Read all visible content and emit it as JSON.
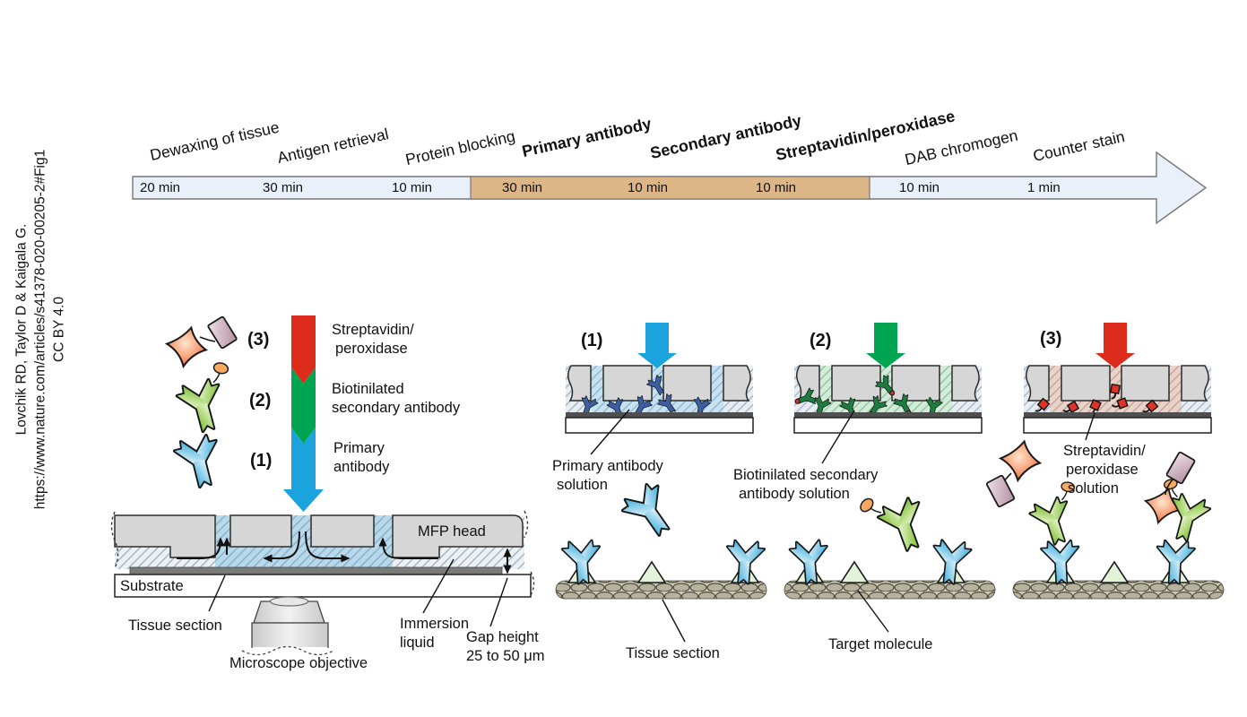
{
  "colors": {
    "timeline_blue": "#e9f0fa",
    "timeline_tan": "#ddb687",
    "arrow_blue": "#1aa3dc",
    "arrow_green": "#00a551",
    "arrow_red": "#dd2b1c"
  },
  "citation": {
    "authors": "Lovchik RD, Taylor D & Kaigala G.",
    "url": "https://www.nature.com/articles/s41378-020-00205-2#Fig1",
    "license": "CC BY 4.0"
  },
  "timeline": {
    "steps": [
      {
        "label": "Dewaxing of tissue",
        "duration": "20 min"
      },
      {
        "label": "Antigen retrieval",
        "duration": "30 min"
      },
      {
        "label": "Protein blocking",
        "duration": "10 min"
      },
      {
        "label": "Primary antibody",
        "duration": "30 min"
      },
      {
        "label": "Secondary antibody",
        "duration": "10 min"
      },
      {
        "label": "Streptavidin/peroxidase",
        "duration": "10 min"
      },
      {
        "label": "DAB chromogen",
        "duration": "10 min"
      },
      {
        "label": "Counter stain",
        "duration": "1 min"
      }
    ]
  },
  "legend": {
    "items": [
      {
        "number": "(3)",
        "line1": "Streptavidin/",
        "line2": "peroxidase"
      },
      {
        "number": "(2)",
        "line1": "Biotinilated",
        "line2": "secondary antibody"
      },
      {
        "number": "(1)",
        "line1": "Primary",
        "line2": "antibody"
      }
    ]
  },
  "mfp": {
    "head": "MFP head",
    "substrate": "Substrate",
    "tissue_section": "Tissue section",
    "microscope_objective": "Microscope objective",
    "immersion_line1": "Immersion",
    "immersion_line2": "liquid",
    "gap_line1": "Gap height",
    "gap_line2": "25 to 50 μm"
  },
  "panels": [
    {
      "number": "(1)",
      "label_line1": "Primary antibody",
      "label_line2": "solution"
    },
    {
      "number": "(2)",
      "label_line1": "Biotinilated secondary",
      "label_line2": "antibody solution"
    },
    {
      "number": "(3)",
      "label_line1": "Streptavidin/",
      "label_line2": "peroxidase",
      "label_line3": "solution"
    }
  ],
  "bottom_labels": {
    "tissue_section": "Tissue section",
    "target_molecule": "Target molecule"
  }
}
